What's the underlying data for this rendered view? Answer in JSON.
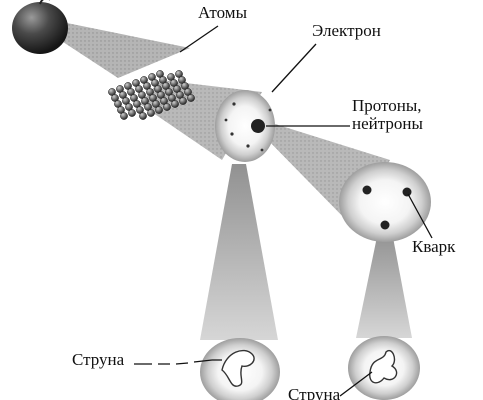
{
  "labels": {
    "atoms": "Атомы",
    "electron": "Электрон",
    "nucleons_line1": "Протоны,",
    "nucleons_line2": "нейтроны",
    "quark": "Кварк",
    "string_left": "Струна",
    "string_right": "Струна"
  },
  "colors": {
    "ink": "#111111",
    "beam": "#9a9a9a",
    "glow": "#d8d8d8",
    "apple": "#3a3a3a"
  }
}
